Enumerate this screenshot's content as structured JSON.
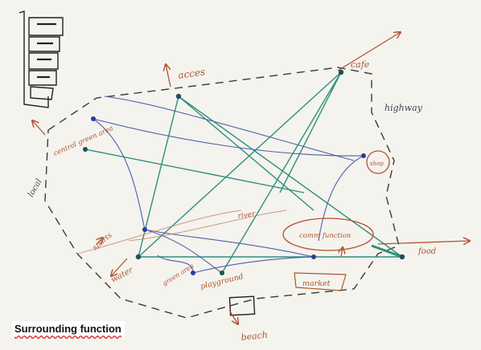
{
  "caption": "Surrounding function",
  "labels": {
    "acces": "acces",
    "cafe": "cafe",
    "highway": "highway",
    "central_green_area": "central green area",
    "local": "local",
    "sports": "sports",
    "water": "water",
    "green_area": "green area",
    "playground": "playground",
    "river": "river",
    "common_function": "comm function",
    "market": "market",
    "food": "food",
    "beach": "beach",
    "shop": "shop"
  },
  "colors": {
    "paper": "#f5f4ef",
    "teal_line": "#2f8f7c",
    "blue_line": "#4f5fa8",
    "boundary": "#3a3a3a",
    "brown_ink": "#b2542e",
    "node": "#1d4f57",
    "node_blue": "#2a3aa0"
  }
}
